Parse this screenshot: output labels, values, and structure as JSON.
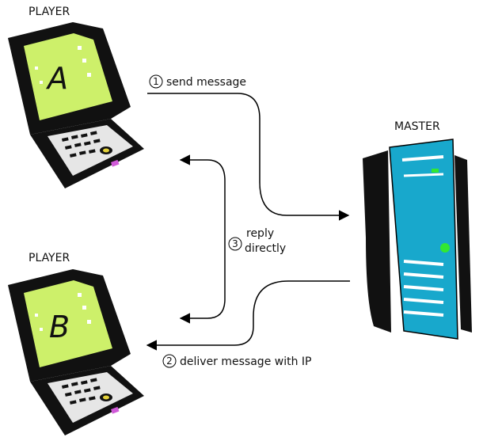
{
  "diagram": {
    "nodes": {
      "player_a": {
        "label": "PLAYER",
        "letter": "A"
      },
      "player_b": {
        "label": "PLAYER",
        "letter": "B"
      },
      "master": {
        "label": "MASTER"
      }
    },
    "edges": [
      {
        "id": "step1",
        "number": "1",
        "label": "send message"
      },
      {
        "id": "step2",
        "number": "2",
        "label": "deliver message with IP"
      },
      {
        "id": "step3",
        "number": "3",
        "label_line1": "reply",
        "label_line2": "directly"
      }
    ],
    "colors": {
      "screen": "#cdf06a",
      "server_body": "#18a8cc",
      "led": "#32e832",
      "outline": "#000000"
    }
  }
}
